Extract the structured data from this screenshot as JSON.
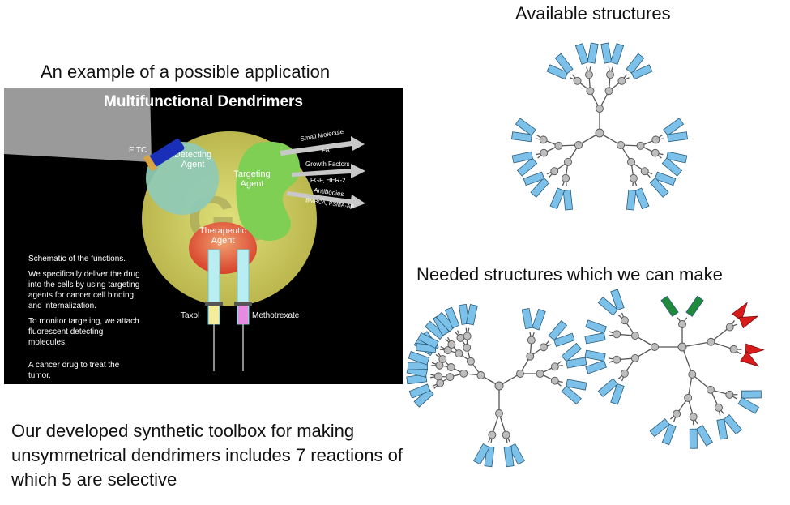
{
  "titles": {
    "example": "An example of a possible application",
    "available": "Available structures",
    "needed": "Needed structures which we can make"
  },
  "toolbox_text": "Our developed synthetic toolbox for making unsymmetrical dendrimers includes 7 reactions of which 5 are selective",
  "panel": {
    "heading": "Multifunctional Dendrimers",
    "fitc": "FITC",
    "detecting": [
      "Detecting",
      "Agent"
    ],
    "targeting": [
      "Targeting",
      "Agent"
    ],
    "therapeutic": [
      "Therapeutic",
      "Agent"
    ],
    "arrows": [
      {
        "top": "Small Molecule",
        "bottom": "FA"
      },
      {
        "top": "Growth Factors",
        "bottom": "FGF, HER-2"
      },
      {
        "top": "Antibodies",
        "bottom": "BMBCA, PSMA-AB"
      }
    ],
    "syringes": [
      "Taxol",
      "Methotrexate"
    ],
    "notes": [
      "Schematic of the functions.",
      "We specifically deliver the drug",
      "into the cells by using targeting",
      "agents for cancer cell binding",
      "and internalization.",
      "To monitor targeting, we attach",
      "fluorescent detecting",
      "molecules.",
      "A cancer drug to treat the",
      "tumor."
    ]
  },
  "colors": {
    "blue_group": "#7cc1ea",
    "green_group": "#1f8a3c",
    "red_group": "#d81b1b",
    "node": "#bdbdbd"
  }
}
